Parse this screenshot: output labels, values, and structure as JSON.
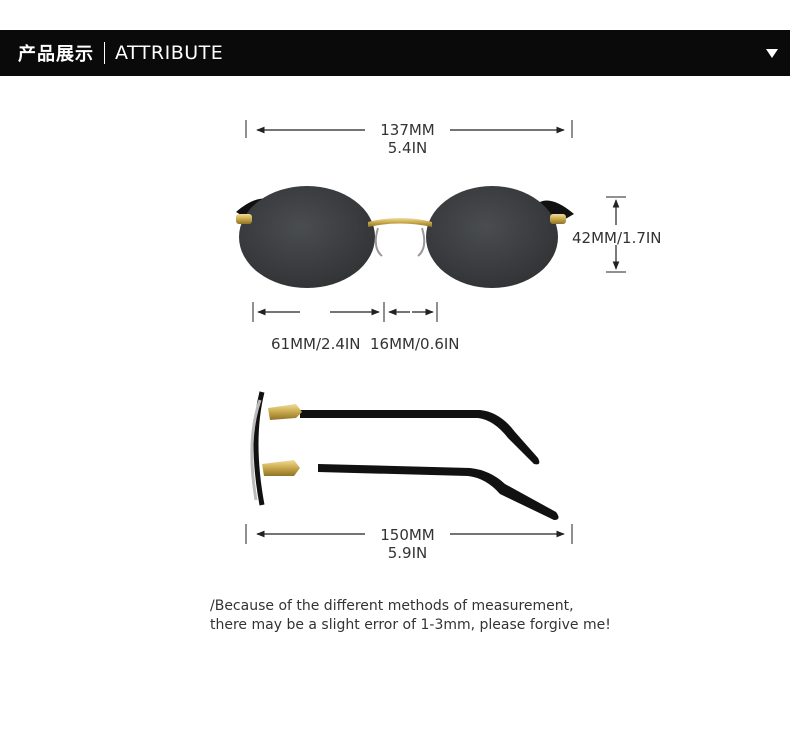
{
  "header": {
    "title_cn": "产品展示",
    "title_en": "ATTRIBUTE",
    "toggle_icon": "caret-down-icon"
  },
  "dimensions": {
    "total_width": {
      "mm": "137MM",
      "in": "5.4IN"
    },
    "lens_height": "42MM/1.7IN",
    "lens_width": "61MM/2.4IN",
    "bridge_width": "16MM/0.6IN",
    "temple_length": {
      "mm": "150MM",
      "in": "5.9IN"
    }
  },
  "note": {
    "line1": "/Because of the different methods of measurement,",
    "line2": "there may be a slight error of 1-3mm, please forgive me!"
  },
  "colors": {
    "header_bg": "#0a0a0a",
    "lens": "#3f4244",
    "metal": "#c9a84a",
    "temple": "#111111"
  }
}
